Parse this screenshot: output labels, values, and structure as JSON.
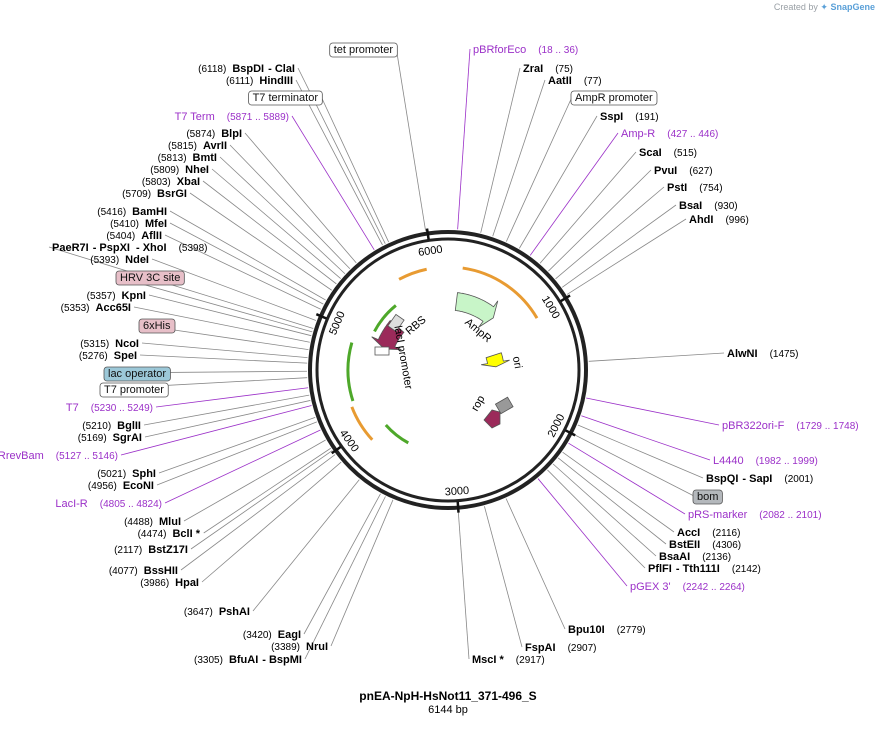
{
  "credit": {
    "text": "Created by",
    "brand": "SnapGene"
  },
  "plasmid": {
    "name": "pnEA-NpH-HsNot11_371-496_S",
    "length": "6144 bp"
  },
  "ticks": [
    "1000",
    "2000",
    "3000",
    "4000",
    "5000",
    "6000"
  ],
  "colors": {
    "primer": "#9b30c8",
    "enzyme": "#000000",
    "leader": "#888888"
  },
  "features": [
    {
      "label": "AmpR",
      "color": "#c8f5c8"
    },
    {
      "label": "ori",
      "color": "#ffff00"
    },
    {
      "label": "rop",
      "color": "#9b2a5a"
    },
    {
      "label": "lacI",
      "color": "#9b2a5a"
    },
    {
      "label": "lacI promoter",
      "color": "#ffffff"
    },
    {
      "label": "RBS",
      "color": "#ffffff"
    }
  ],
  "labels": [
    {
      "name": "BspDI",
      "pos": "(6118)",
      "alt": "ClaI"
    },
    {
      "name": "HindIII",
      "pos": "(6111)"
    },
    {
      "name": "tet promoter",
      "box": "white"
    },
    {
      "name": "pBRforEco",
      "pos": "(18 .. 36)",
      "primer": true
    },
    {
      "name": "ZraI",
      "pos": "(75)"
    },
    {
      "name": "AatII",
      "pos": "(77)"
    },
    {
      "name": "AmpR promoter",
      "box": "white"
    },
    {
      "name": "T7 terminator",
      "box": "white"
    },
    {
      "name": "T7 Term",
      "pos": "(5871 .. 5889)",
      "primer": true
    },
    {
      "name": "SspI",
      "pos": "(191)"
    },
    {
      "name": "Amp-R",
      "pos": "(427 .. 446)",
      "primer": true
    },
    {
      "name": "BlpI",
      "pos": "(5874)"
    },
    {
      "name": "AvrII",
      "pos": "(5815)"
    },
    {
      "name": "ScaI",
      "pos": "(515)"
    },
    {
      "name": "BmtI",
      "pos": "(5813)"
    },
    {
      "name": "NheI",
      "pos": "(5809)"
    },
    {
      "name": "PvuI",
      "pos": "(627)"
    },
    {
      "name": "XbaI",
      "pos": "(5803)"
    },
    {
      "name": "PstI",
      "pos": "(754)"
    },
    {
      "name": "BsrGI",
      "pos": "(5709)"
    },
    {
      "name": "BsaI",
      "pos": "(930)"
    },
    {
      "name": "AhdI",
      "pos": "(996)"
    },
    {
      "name": "BamHI",
      "pos": "(5416)"
    },
    {
      "name": "MfeI",
      "pos": "(5410)"
    },
    {
      "name": "AflII",
      "pos": "(5404)"
    },
    {
      "name": "PaeR7I",
      "pos": "(5398)",
      "alt": "PspXI",
      "alt2": "XhoI"
    },
    {
      "name": "NdeI",
      "pos": "(5393)"
    },
    {
      "name": "HRV 3C site",
      "box": "pink"
    },
    {
      "name": "KpnI",
      "pos": "(5357)"
    },
    {
      "name": "Acc65I",
      "pos": "(5353)"
    },
    {
      "name": "6xHis",
      "box": "pink"
    },
    {
      "name": "NcoI",
      "pos": "(5315)"
    },
    {
      "name": "SpeI",
      "pos": "(5276)"
    },
    {
      "name": "AlwNI",
      "pos": "(1475)"
    },
    {
      "name": "lac operator",
      "box": "blue"
    },
    {
      "name": "T7 promoter",
      "box": "white"
    },
    {
      "name": "T7",
      "pos": "(5230 .. 5249)",
      "primer": true
    },
    {
      "name": "BglII",
      "pos": "(5210)"
    },
    {
      "name": "SgrAI",
      "pos": "(5169)"
    },
    {
      "name": "pBR322ori-F",
      "pos": "(1729 .. 1748)",
      "primer": true
    },
    {
      "name": "pBRrevBam",
      "pos": "(5127 .. 5146)",
      "primer": true
    },
    {
      "name": "L4440",
      "pos": "(1982 .. 1999)",
      "primer": true
    },
    {
      "name": "SphI",
      "pos": "(5021)"
    },
    {
      "name": "BspQI",
      "alt": "SapI",
      "pos": "(2001)"
    },
    {
      "name": "EcoNI",
      "pos": "(4956)"
    },
    {
      "name": "bom",
      "box": "gray"
    },
    {
      "name": "LacI-R",
      "pos": "(4805 .. 4824)",
      "primer": true
    },
    {
      "name": "pRS-marker",
      "pos": "(2082 .. 2101)",
      "primer": true
    },
    {
      "name": "MluI",
      "pos": "(4488)"
    },
    {
      "name": "BclI *",
      "pos": "(4474)"
    },
    {
      "name": "AccI",
      "pos": "(2116)"
    },
    {
      "name": "BstZ17I",
      "pos": "(2117)"
    },
    {
      "name": "BstEII",
      "pos": "(4306)"
    },
    {
      "name": "BsaAI",
      "pos": "(2136)"
    },
    {
      "name": "PflFI",
      "alt": "Tth111I",
      "pos": "(2142)"
    },
    {
      "name": "BssHII",
      "pos": "(4077)"
    },
    {
      "name": "HpaI",
      "pos": "(3986)"
    },
    {
      "name": "pGEX 3'",
      "pos": "(2242 .. 2264)",
      "primer": true
    },
    {
      "name": "PshAI",
      "pos": "(3647)"
    },
    {
      "name": "Bpu10I",
      "pos": "(2779)"
    },
    {
      "name": "EagI",
      "pos": "(3420)"
    },
    {
      "name": "NruI",
      "pos": "(3389)"
    },
    {
      "name": "FspAI",
      "pos": "(2907)"
    },
    {
      "name": "BfuAI",
      "alt": "BspMI",
      "pos": "(3305)"
    },
    {
      "name": "MscI *",
      "pos": "(2917)"
    }
  ]
}
